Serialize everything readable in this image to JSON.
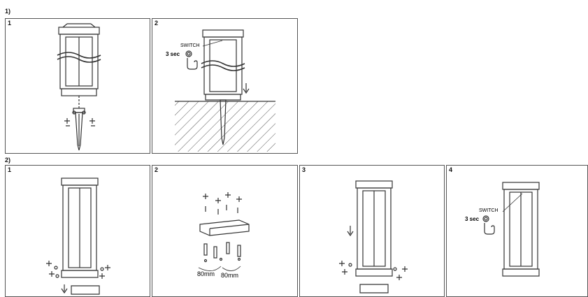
{
  "sections": [
    {
      "label": "1)",
      "panels": [
        {
          "number": "1"
        },
        {
          "number": "2",
          "switch_label": "SWITCH",
          "hold_label": "3 sec"
        }
      ]
    },
    {
      "label": "2)",
      "panels": [
        {
          "number": "1"
        },
        {
          "number": "2",
          "dim_left": "80mm",
          "dim_right": "80mm"
        },
        {
          "number": "3"
        },
        {
          "number": "4",
          "switch_label": "SWITCH",
          "hold_label": "3 sec"
        }
      ]
    }
  ]
}
